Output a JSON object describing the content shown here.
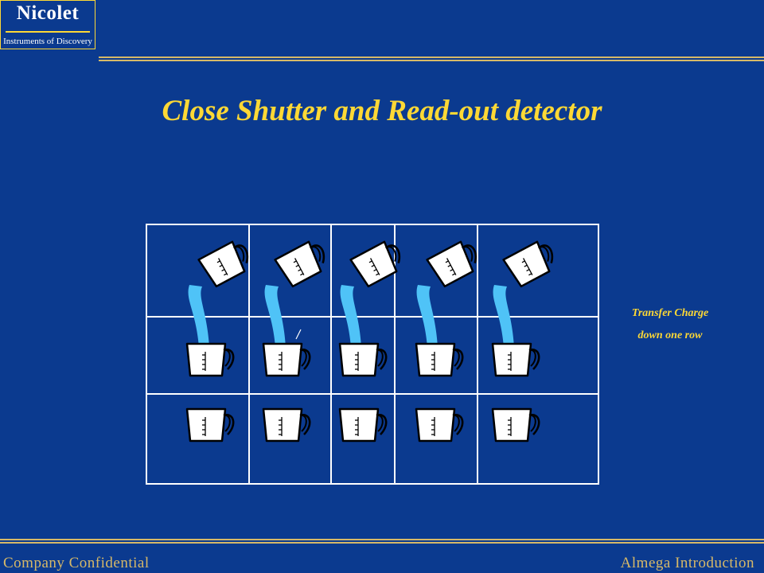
{
  "logo": {
    "name": "Nicolet",
    "tagline": "Instruments of Discovery"
  },
  "slide": {
    "title": "Close Shutter and Read-out detector"
  },
  "annotation": {
    "line1": "Transfer Charge",
    "line2": "down one row"
  },
  "footer": {
    "left": "Company Confidential",
    "right": "Almega Introduction"
  },
  "colors": {
    "background": "#0b3a8f",
    "accent_yellow": "#fdd835",
    "rule_gold": "#d7b968",
    "water": "#4fc3f7",
    "grid": "#ffffff"
  },
  "icons": [
    "pouring-beaker-icon",
    "measuring-cup-icon"
  ]
}
